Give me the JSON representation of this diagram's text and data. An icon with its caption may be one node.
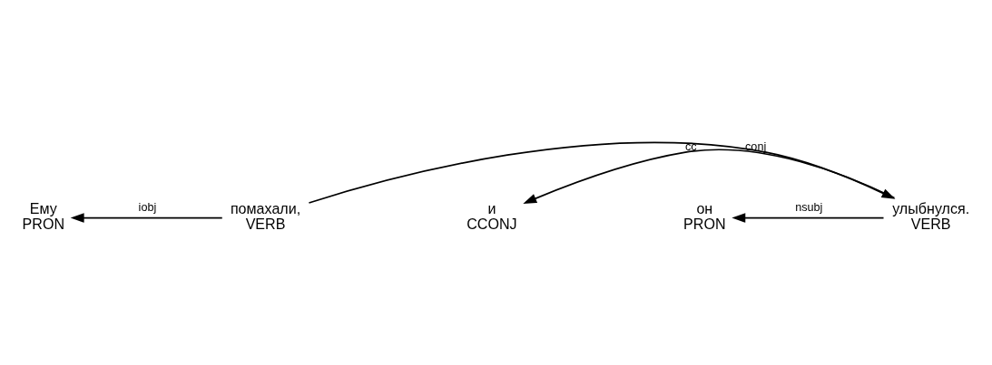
{
  "diagram": {
    "nodes": [
      {
        "text": [
          "Ему",
          "PRON"
        ]
      },
      {
        "text": [
          "помахали,",
          "VERB"
        ]
      },
      {
        "text": [
          "и",
          "CCONJ"
        ]
      },
      {
        "text": [
          "он",
          "PRON"
        ]
      },
      {
        "text": [
          "улыбнулся.",
          "VERB"
        ]
      }
    ],
    "edges": [
      {
        "from": 1,
        "to": 0,
        "arrow": "to",
        "label": "iobj"
      },
      {
        "from": 1,
        "to": 4,
        "arrow": "to",
        "label": "conj"
      },
      {
        "from": 4,
        "to": 2,
        "arrow": "to",
        "label": "cc"
      },
      {
        "from": 4,
        "to": 3,
        "arrow": "to",
        "label": "nsubj"
      }
    ]
  }
}
